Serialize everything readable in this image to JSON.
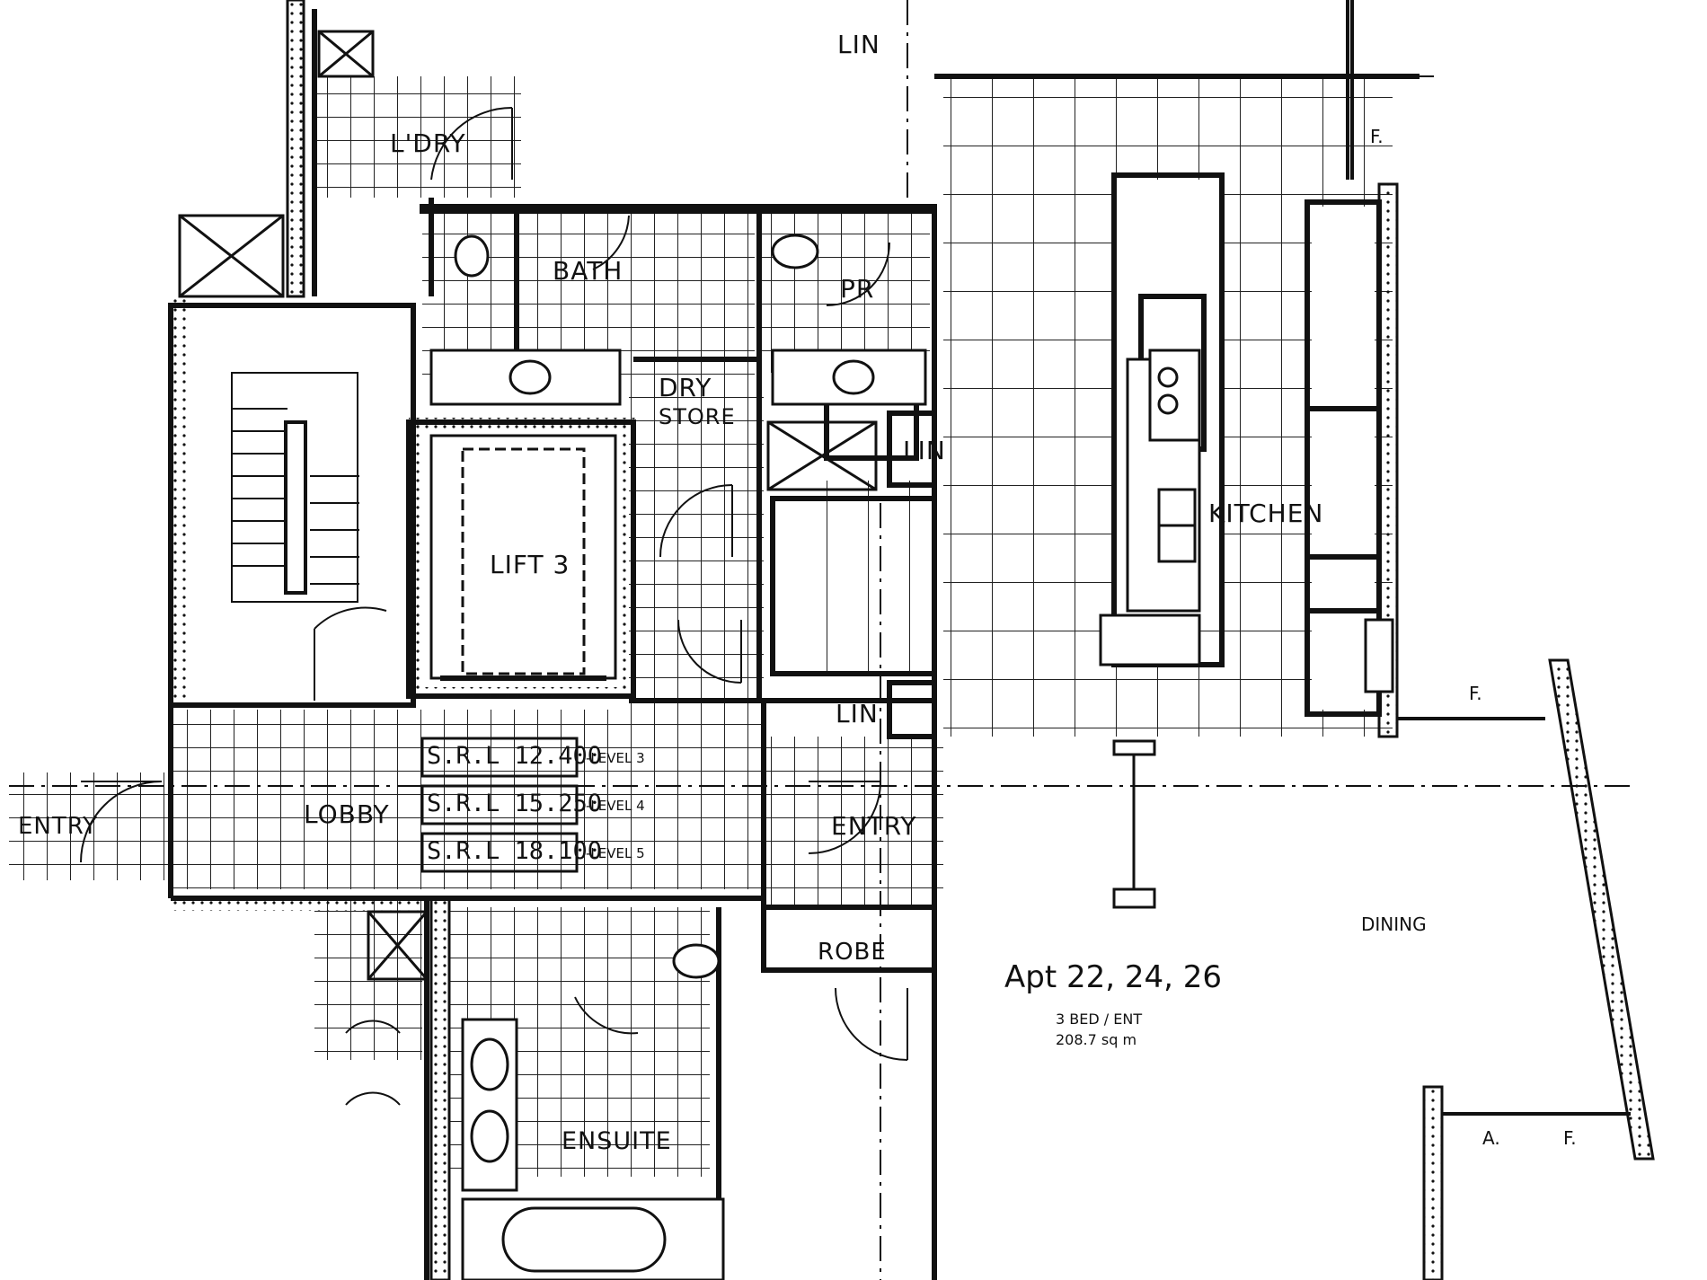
{
  "rooms": {
    "lin_top": "LIN",
    "ldry": "L'DRY",
    "bath": "BATH",
    "pr": "PR",
    "dry_store_1": "DRY",
    "dry_store_2": "STORE",
    "lin_mid": "LIN",
    "lift": "LIFT 3",
    "kitchen": "KITCHEN",
    "lin_lower": "LIN",
    "lobby": "LOBBY",
    "entry_left": "ENTRY",
    "entry_right": "ENTRY",
    "robe": "ROBE",
    "ensuite": "ENSUITE",
    "dining": "DINING"
  },
  "srl_levels": [
    {
      "srl": "S.R.L 12.400",
      "level": "-LEVEL 3"
    },
    {
      "srl": "S.R.L 15.250",
      "level": "-LEVEL 4"
    },
    {
      "srl": "S.R.L 18.100",
      "level": "-LEVEL 5"
    }
  ],
  "markers": {
    "f1": "F.",
    "f2": "F.",
    "f3": "F.",
    "a": "A."
  },
  "apartment": {
    "title": "Apt 22, 24, 26",
    "type": "3 BED / ENT",
    "area": "208.7 sq m"
  }
}
